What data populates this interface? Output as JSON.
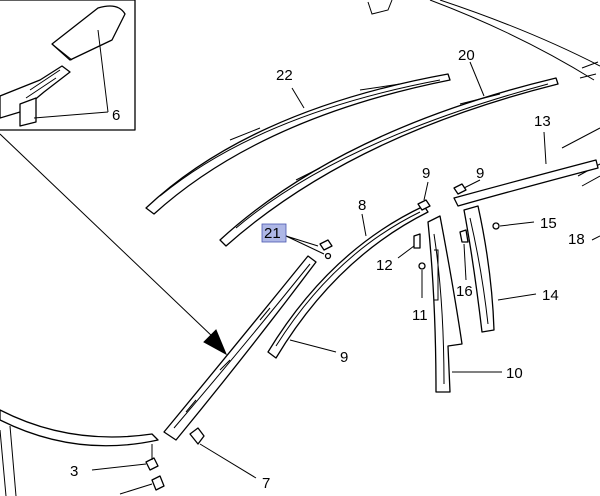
{
  "callouts": {
    "c3": "3",
    "c6": "6",
    "c7": "7",
    "c8": "8",
    "c9a": "9",
    "c9b": "9",
    "c9c": "9",
    "c10": "10",
    "c11": "11",
    "c12": "12",
    "c13": "13",
    "c14": "14",
    "c15": "15",
    "c16": "16",
    "c18": "18",
    "c20": "20",
    "c21": "21",
    "c22": "22"
  },
  "highlight_color": "#aeb7e6"
}
